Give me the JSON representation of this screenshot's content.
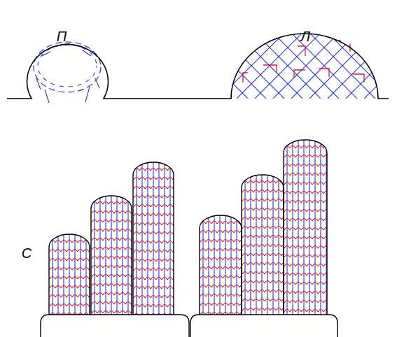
{
  "diagram": {
    "labels": [
      "П",
      "Л",
      "С"
    ]
  }
}
